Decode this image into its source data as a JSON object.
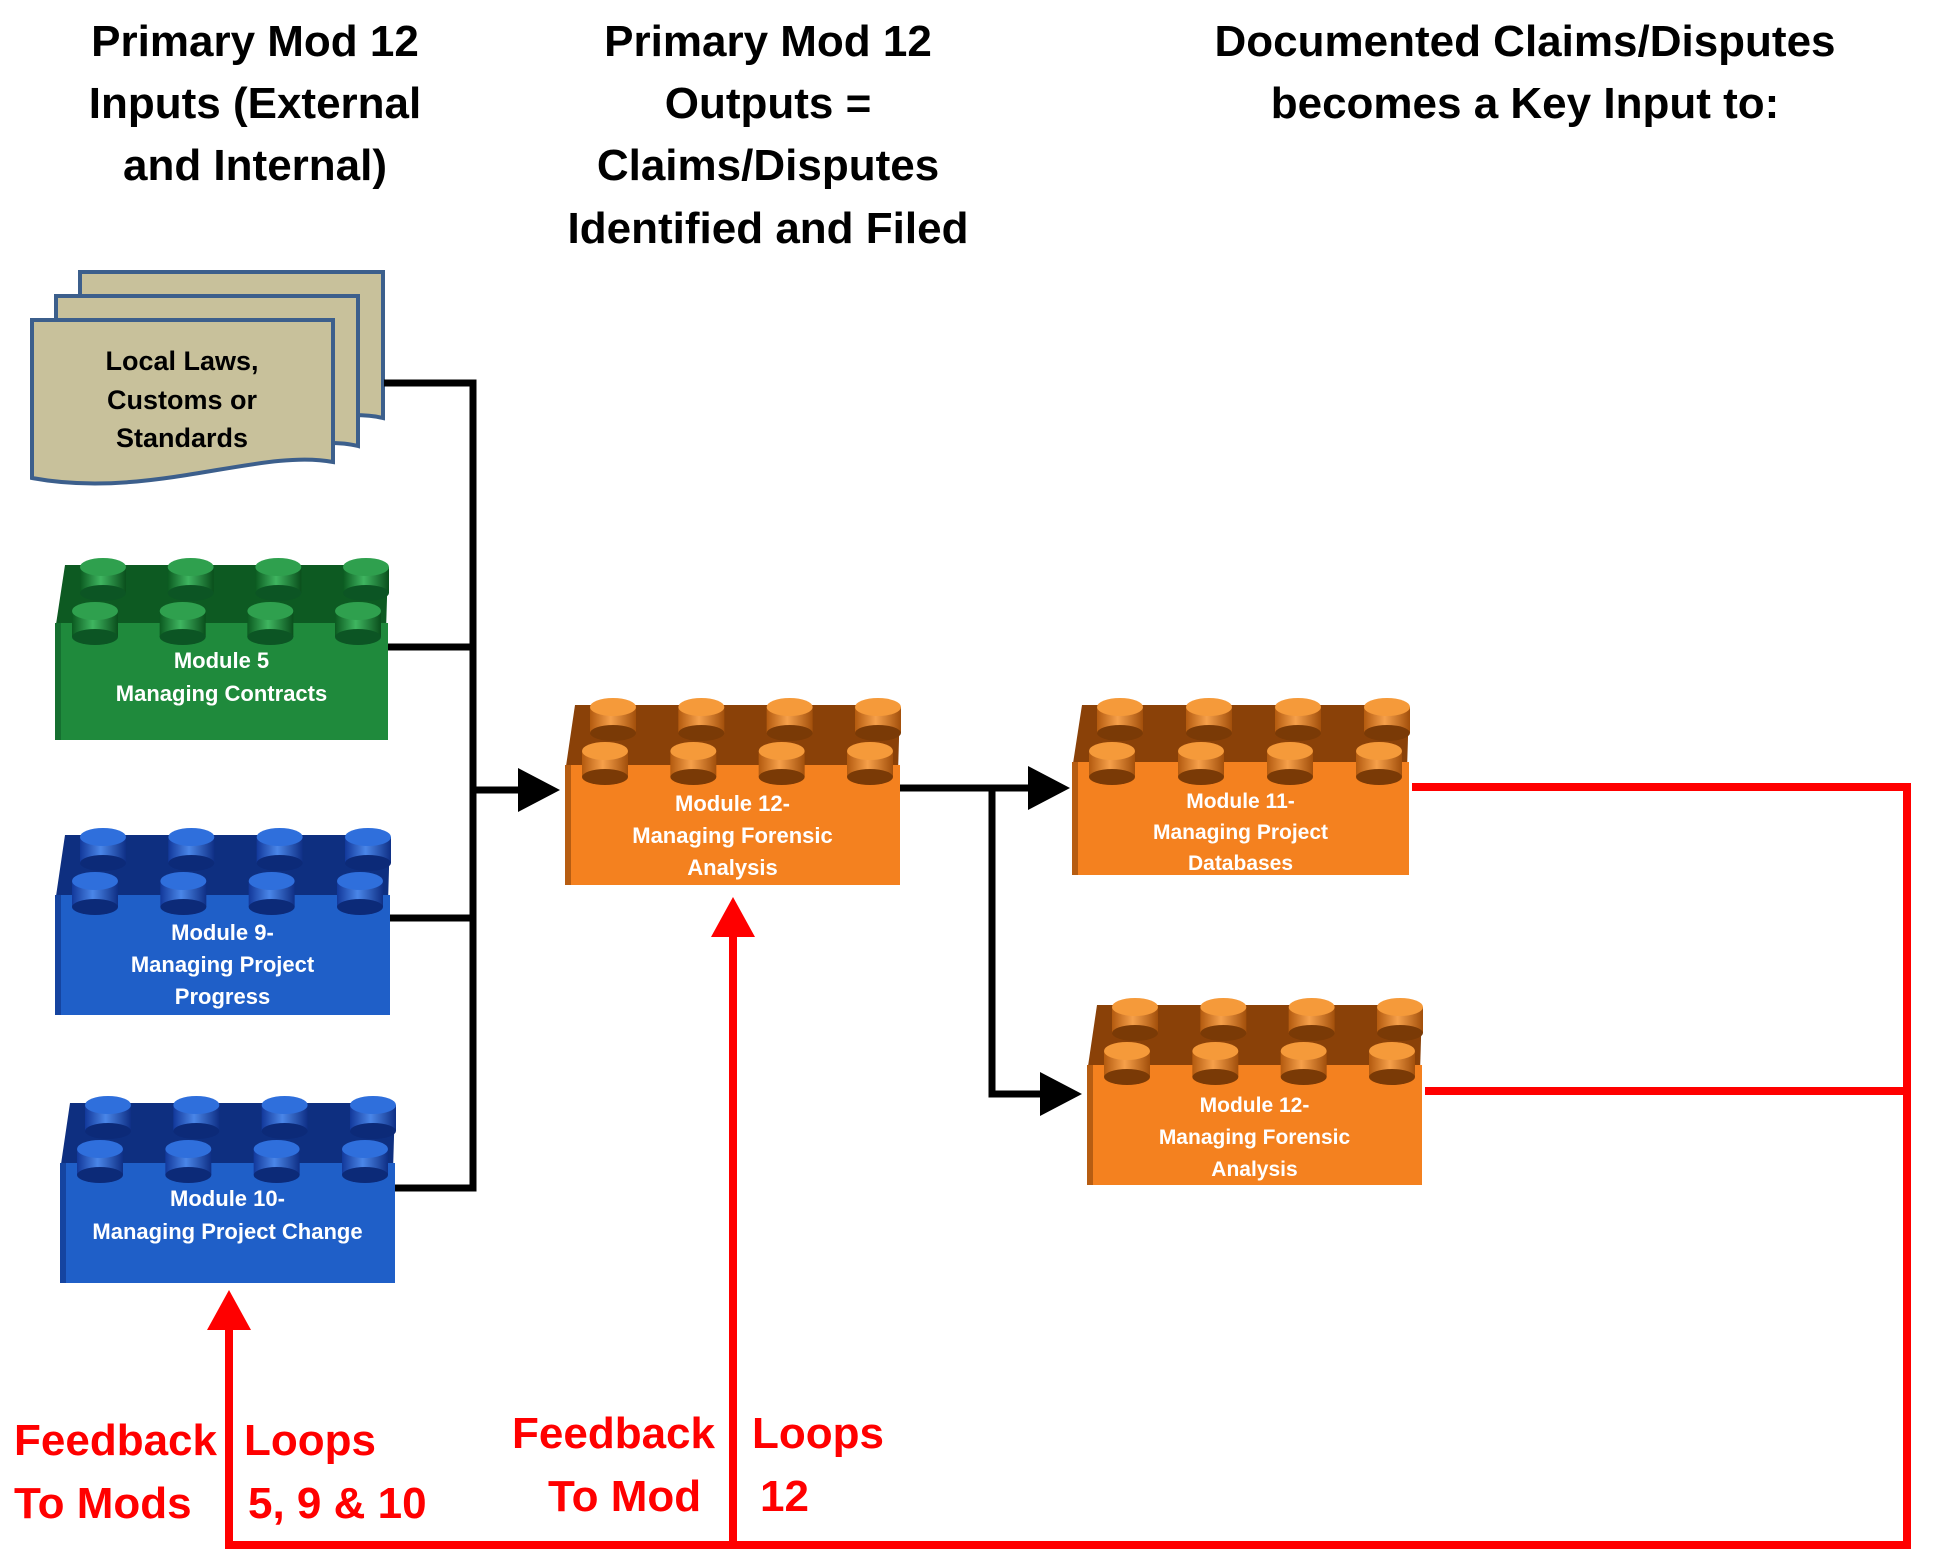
{
  "headers": {
    "inputs": [
      "Primary Mod 12",
      "Inputs (External",
      "and Internal)"
    ],
    "outputs": [
      "Primary Mod 12",
      "Outputs =",
      "Claims/Disputes",
      "Identified and Filed"
    ],
    "key_input": [
      "Documented Claims/Disputes",
      "becomes a Key Input to:"
    ]
  },
  "document": {
    "lines": [
      "Local Laws,",
      "Customs or",
      "Standards"
    ],
    "fill": "#c8c19b",
    "stroke": "#3c5f8c"
  },
  "bricks": {
    "mod5": {
      "lines": [
        "Module 5",
        "Managing Contracts"
      ]
    },
    "mod9": {
      "lines": [
        "Module 9-",
        "Managing Project",
        "Progress"
      ]
    },
    "mod10": {
      "lines": [
        "Module 10-",
        "Managing Project Change"
      ]
    },
    "mod12_center": {
      "lines": [
        "Module 12-",
        "Managing Forensic",
        "Analysis"
      ]
    },
    "mod11": {
      "lines": [
        "Module 11-",
        "Managing Project",
        "Databases"
      ]
    },
    "mod12_right": {
      "lines": [
        "Module 12-",
        "Managing Forensic",
        "Analysis"
      ]
    }
  },
  "feedback": {
    "left": {
      "col1": [
        "Feedback",
        "To Mods"
      ],
      "col2": [
        "Loops",
        "5, 9 & 10"
      ]
    },
    "right": {
      "col1": [
        "Feedback",
        "To Mod"
      ],
      "col2": [
        "Loops",
        "12"
      ]
    }
  },
  "colors": {
    "green_front": "#1f8a3c",
    "green_top": "#0d5a22",
    "blue_front": "#1f5fc8",
    "blue_top": "#0e2f80",
    "orange_front": "#f4811f",
    "orange_top": "#8a4108",
    "arrow_black": "#000000",
    "arrow_red": "#ff0000"
  }
}
